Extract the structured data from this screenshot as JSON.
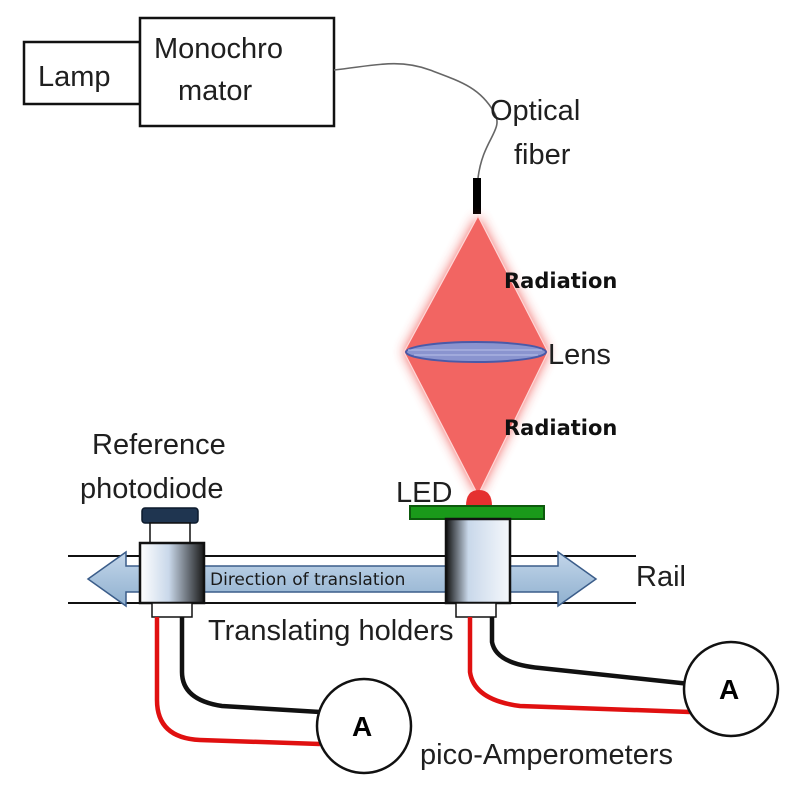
{
  "labels": {
    "lamp": "Lamp",
    "mono_line1": "Monochro",
    "mono_line2": "mator",
    "fiber_line1": "Optical",
    "fiber_line2": "fiber",
    "radiation_top": "Radiation",
    "lens": "Lens",
    "radiation_bottom": "Radiation",
    "ref_line1": "Reference",
    "ref_line2": "photodiode",
    "led": "LED",
    "direction": "Direction of translation",
    "rail": "Rail",
    "holders": "Translating holders",
    "ammeters": "pico-Amperometers",
    "ammeter_left": "A",
    "ammeter_right": "A"
  },
  "colors": {
    "radiation": "#f0534f",
    "led": "#e53030",
    "led_board": "#1a9a1a",
    "lens": "#7a86c8",
    "wire_red": "#e01010",
    "wire_black": "#111111",
    "arrow": "#a9c3dc",
    "photodiode_cap": "#1f3550"
  }
}
